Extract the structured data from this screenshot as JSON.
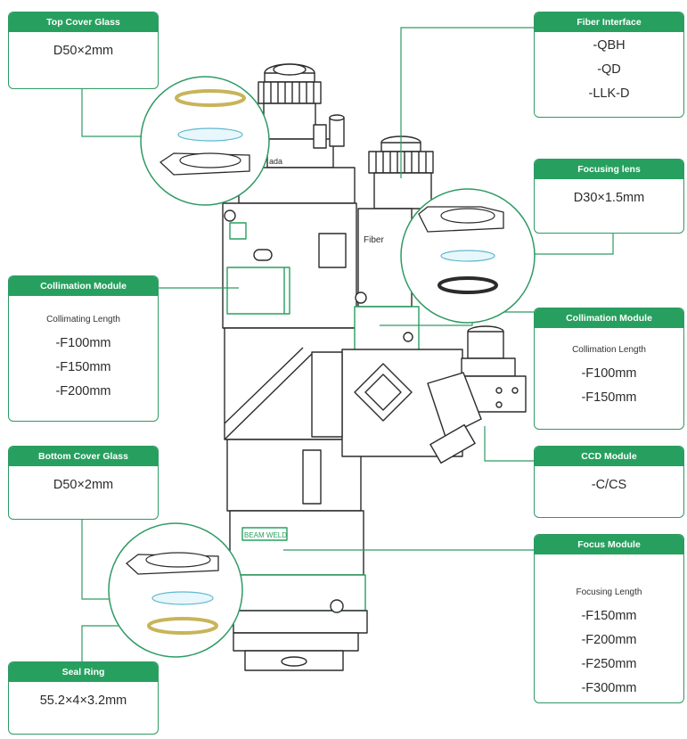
{
  "top_cover_glass": {
    "title": "Top Cover Glass",
    "value": "D50×2mm"
  },
  "fiber_interface": {
    "title": "Fiber Interface",
    "values": [
      "-QBH",
      "-QD",
      "-LLK-D"
    ]
  },
  "focusing_lens": {
    "title": "Focusing lens",
    "value": "D30×1.5mm"
  },
  "collimation_left": {
    "title": "Collimation Module",
    "subtitle": "Collimating Length",
    "values": [
      "-F100mm",
      "-F150mm",
      "-F200mm"
    ]
  },
  "collimation_right": {
    "title": "Collimation Module",
    "subtitle": "Collimation Length",
    "values": [
      "-F100mm",
      "-F150mm"
    ]
  },
  "bottom_cover_glass": {
    "title": "Bottom Cover Glass",
    "value": "D50×2mm"
  },
  "ccd_module": {
    "title": "CCD Module",
    "value": "-C/CS"
  },
  "focus_module": {
    "title": "Focus Module",
    "subtitle": "Focusing Length",
    "values": [
      "-F150mm",
      "-F200mm",
      "-F250mm",
      "-F300mm"
    ]
  },
  "seal_ring": {
    "title": "Seal Ring",
    "value": "55.2×4×3.2mm"
  },
  "colors": {
    "accent": "#27a05f",
    "outline": "#2b2b2b",
    "glass": "#9fd9e6",
    "seal": "#c8b45a"
  }
}
